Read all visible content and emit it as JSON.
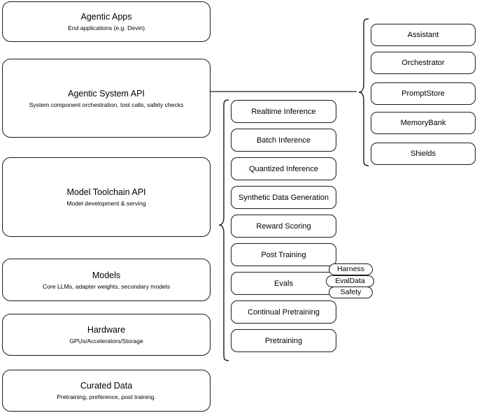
{
  "diagram": {
    "title": "Agentic stack layer diagram",
    "stroke_color": "#1a1a1a",
    "background_color": "#ffffff"
  },
  "stack_layers": [
    {
      "name": "agentic-apps",
      "title": "Agentic Apps",
      "subtitle": "End applications (e.g. Devin)"
    },
    {
      "name": "agentic-system-api",
      "title": "Agentic System API",
      "subtitle": "System component orchestration, tool calls, safety checks"
    },
    {
      "name": "model-toolchain-api",
      "title": "Model Toolchain API",
      "subtitle": "Model development & serving"
    },
    {
      "name": "models",
      "title": "Models",
      "subtitle": "Core LLMs, adapter weights, secondary models"
    },
    {
      "name": "hardware",
      "title": "Hardware",
      "subtitle": "GPUs/Accelerators/Storage"
    },
    {
      "name": "curated-data",
      "title": "Curated Data",
      "subtitle": "Pretraining, preference, post training."
    }
  ],
  "toolchain_capabilities": [
    {
      "name": "realtime-inference",
      "label": "Realtime Inference"
    },
    {
      "name": "batch-inference",
      "label": "Batch Inference"
    },
    {
      "name": "quantized-inference",
      "label": "Quantized Inference"
    },
    {
      "name": "synthetic-data-generation",
      "label": "Synthetic Data Generation"
    },
    {
      "name": "reward-scoring",
      "label": "Reward Scoring"
    },
    {
      "name": "post-training",
      "label": "Post Training"
    },
    {
      "name": "evals",
      "label": "Evals"
    },
    {
      "name": "continual-pretraining",
      "label": "Continual Pretraining"
    },
    {
      "name": "pretraining",
      "label": "Pretraining"
    }
  ],
  "evals_tags": [
    {
      "name": "harness",
      "label": "Harness"
    },
    {
      "name": "evaldata",
      "label": "EvalData"
    },
    {
      "name": "safety",
      "label": "Safety"
    }
  ],
  "system_components": [
    {
      "name": "assistant",
      "label": "Assistant"
    },
    {
      "name": "orchestrator",
      "label": "Orchestrator"
    },
    {
      "name": "promptstore",
      "label": "PromptStore"
    },
    {
      "name": "memorybank",
      "label": "MemoryBank"
    },
    {
      "name": "shields",
      "label": "Shields"
    }
  ]
}
